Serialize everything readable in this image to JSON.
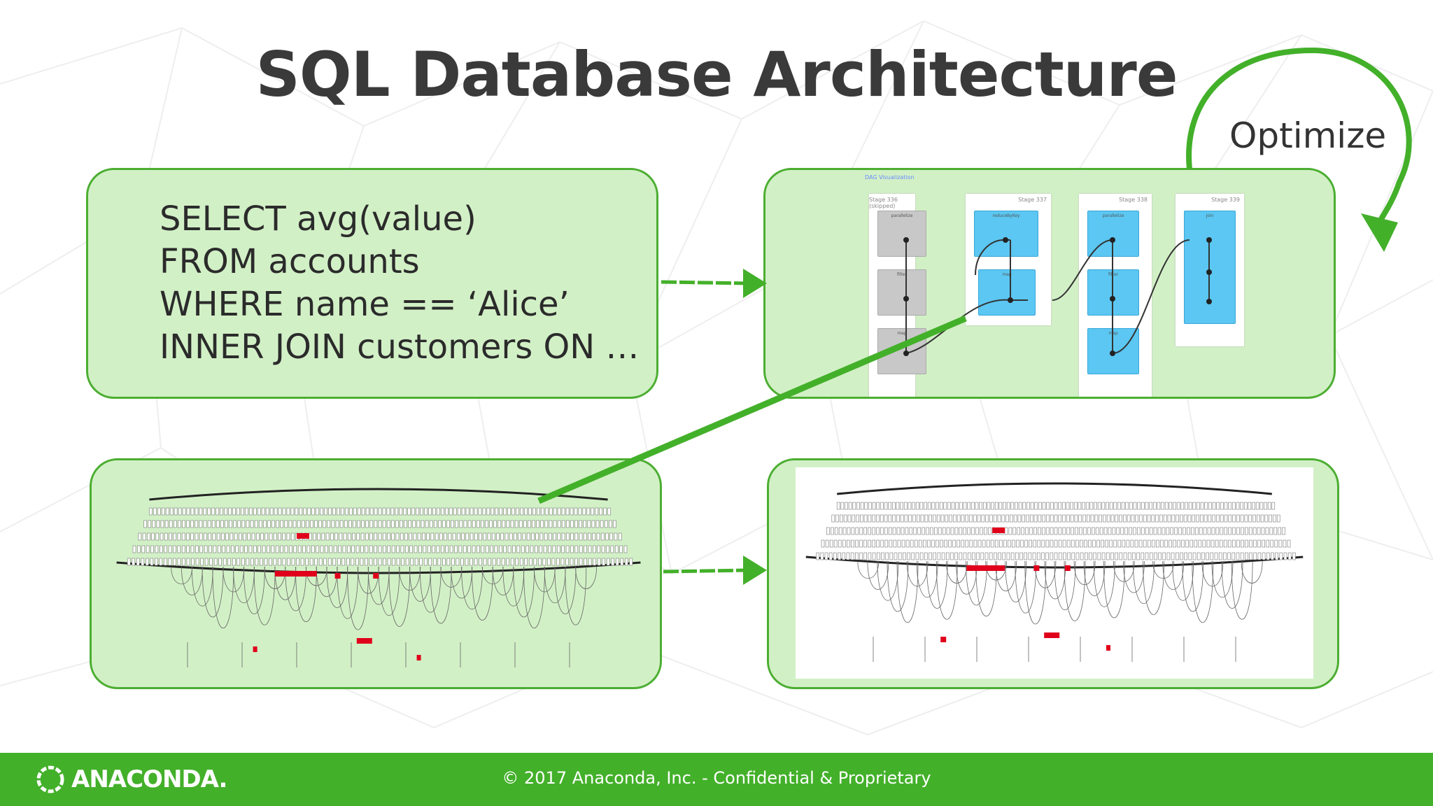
{
  "title": "SQL Database Architecture",
  "sql_query": {
    "lines": [
      "SELECT avg(value)",
      "FROM accounts",
      "WHERE name == ‘Alice’",
      "INNER JOIN customers ON …"
    ]
  },
  "optimize_label": "Optimize",
  "dag_stages": [
    {
      "title": "Stage 336 (skipped)",
      "style": "gray",
      "ops": [
        "parallelize",
        "filter",
        "map"
      ]
    },
    {
      "title": "Stage 337",
      "style": "blue",
      "ops": [
        "reduceByKey",
        "map"
      ]
    },
    {
      "title": "Stage 338",
      "style": "blue",
      "ops": [
        "parallelize",
        "filter",
        "map"
      ]
    },
    {
      "title": "Stage 339",
      "style": "blue",
      "ops": [
        "join"
      ]
    }
  ],
  "dag_tag": "DAG Visualization",
  "footer": {
    "logo_text": "ANACONDA.",
    "copyright": "© 2017 Anaconda, Inc. - Confidential & Proprietary"
  },
  "colors": {
    "brand_green": "#43b02a",
    "panel_fill": "#d2f0c6",
    "panel_border": "#4cae32",
    "stage_blue": "#5bc7f2",
    "highlight_red": "#e0001b"
  }
}
